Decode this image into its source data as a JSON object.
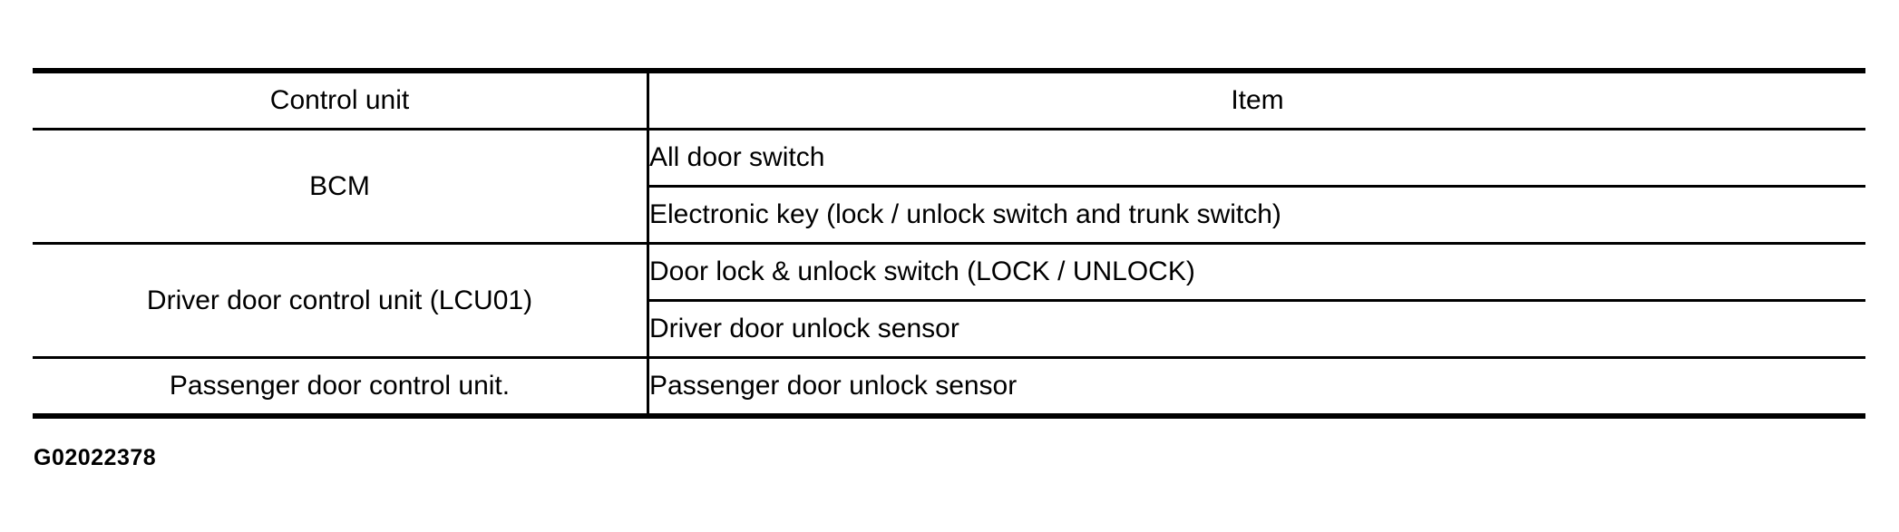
{
  "table": {
    "header": {
      "control_unit": "Control unit",
      "item": "Item"
    },
    "groups": [
      {
        "control_unit": "BCM",
        "items": [
          "All door switch",
          "Electronic key (lock / unlock switch and trunk switch)"
        ]
      },
      {
        "control_unit": "Driver door control unit (LCU01)",
        "items": [
          "Door lock & unlock switch (LOCK / UNLOCK)",
          "Driver door unlock sensor"
        ]
      },
      {
        "control_unit": "Passenger door control unit.",
        "items": [
          "Passenger door unlock sensor"
        ]
      }
    ]
  },
  "figure_id": "G02022378",
  "colors": {
    "background": "#ffffff",
    "border": "#000000",
    "text": "#000000"
  }
}
